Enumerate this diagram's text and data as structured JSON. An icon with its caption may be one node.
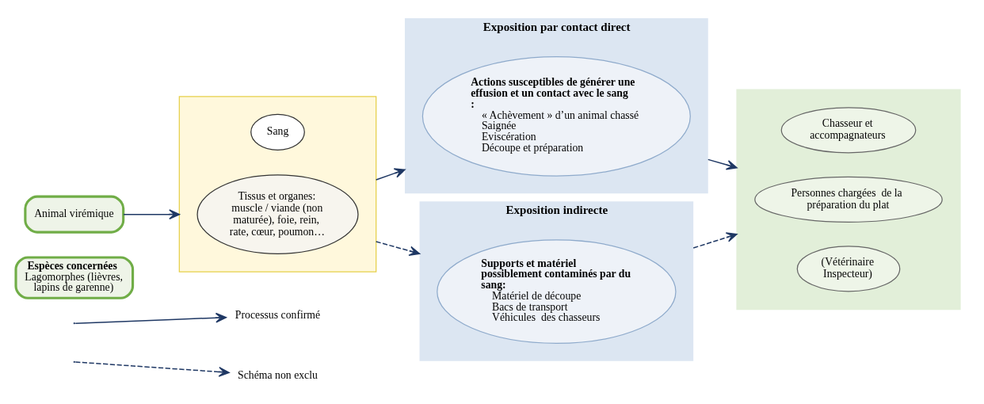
{
  "diagram": {
    "nodes": [
      {
        "text": [
          "Animal virémique"
        ]
      },
      {
        "text": [
          "Espèces concernées",
          "Lagomorphes (lièvres, lapins de garenne)"
        ]
      },
      {
        "text": [],
        "shape": "box"
      },
      {
        "text": [
          "Sang"
        ],
        "in": 2
      },
      {
        "text": [
          "Tissus et organes: muscle / viande (non maturée), foie, rein, rate, cœur, poumon…"
        ],
        "in": 2
      },
      {
        "text": [
          "Exposition par contact direct"
        ]
      },
      {
        "text": [
          "Actions susceptibles de générer une effusion et un contact avec le sang :",
          "« Achèvement » d’un animal chassé",
          "Saignée",
          "Eviscération",
          "Découpe et préparation"
        ],
        "in": 5
      },
      {
        "text": [
          "Exposition indirecte"
        ]
      },
      {
        "text": [
          "Supports et matériel possiblement contaminés par du sang:",
          "Matériel de découpe",
          "Bacs de transport",
          "Véhicules  des chasseurs"
        ],
        "in": 7
      },
      {
        "text": [],
        "shape": "box"
      },
      {
        "text": [
          "Chasseur et accompagnateurs"
        ],
        "in": 9
      },
      {
        "text": [
          "Personnes chargées  de la préparation du plat"
        ],
        "in": 9
      },
      {
        "text": [
          "(Vétérinaire Inspecteur)"
        ],
        "in": 9
      }
    ],
    "edges": [
      {
        "from": 0,
        "to": 2,
        "arrow": "to"
      },
      {
        "from": 2,
        "to": 5,
        "arrow": "to"
      },
      {
        "from": 2,
        "to": 7,
        "arrow": "to",
        "style": "dashed"
      },
      {
        "from": 5,
        "to": 9,
        "arrow": "to"
      },
      {
        "from": 7,
        "to": 9,
        "arrow": "to",
        "style": "dashed"
      }
    ],
    "legend": [
      {
        "text": "Processus confirmé"
      },
      {
        "text": "Schéma non exclu"
      }
    ]
  }
}
